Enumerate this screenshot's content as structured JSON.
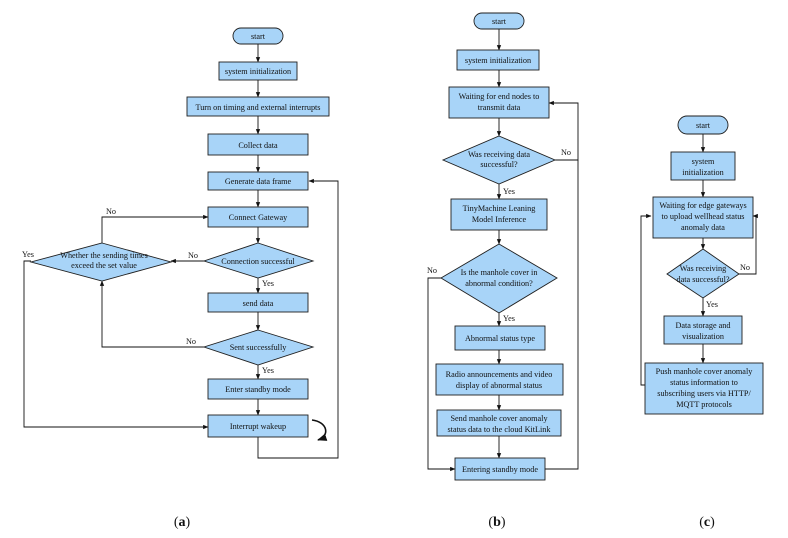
{
  "panels": {
    "a": {
      "caption": "a",
      "nodes": {
        "start": "start",
        "init": "system initialization",
        "timing": "Turn on timing and external interrupts",
        "collect": "Collect data",
        "frame": "Generate data frame",
        "gateway": "Connect Gateway",
        "conn": "Connection successful",
        "times": [
          "Whether the sending times",
          "exceed the set value"
        ],
        "send": "send data",
        "sent": "Sent successfully",
        "standby": "Enter standby mode",
        "wakeup": "Interrupt wakeup"
      },
      "labels": {
        "no_gateway": "No",
        "no_conn": "No",
        "yes_conn": "Yes",
        "no_sent": "No",
        "yes_sent": "Yes",
        "yes_times": "Yes"
      }
    },
    "b": {
      "caption": "b",
      "nodes": {
        "start": "start",
        "init": "system initialization",
        "wait": [
          "Waiting for end nodes to",
          "transmit data"
        ],
        "recv": [
          "Was receiving data",
          "successful?"
        ],
        "tinyml": [
          "TinyMachine Leaning",
          "Model Inference"
        ],
        "manhole": [
          "Is the manhole cover in",
          "abnormal condition?"
        ],
        "type": "Abnormal status type",
        "radio": [
          "Radio announcements and video",
          "display of abnormal status"
        ],
        "cloud": [
          "Send manhole cover anomaly",
          "status data to the cloud KitLink"
        ],
        "standby": "Entering standby mode"
      },
      "labels": {
        "no_recv": "No",
        "yes_recv": "Yes",
        "no_manhole": "No",
        "yes_manhole": "Yes"
      }
    },
    "c": {
      "caption": "c",
      "nodes": {
        "start": "start",
        "init": [
          "system",
          "initialization"
        ],
        "wait": [
          "Waiting for edge gateways",
          "to upload wellhead status",
          "anomaly data"
        ],
        "recv": [
          "Was receiving",
          "data successful?"
        ],
        "storage": [
          "Data storage and",
          "visualization"
        ],
        "push": [
          "Push manhole cover anomaly",
          "status information to",
          "subscribing users via HTTP/",
          "MQTT protocols"
        ]
      },
      "labels": {
        "no_recv": "No",
        "yes_recv": "Yes"
      }
    }
  },
  "colors": {
    "fill": "#a8d4f8",
    "stroke": "#1f1f1f"
  }
}
